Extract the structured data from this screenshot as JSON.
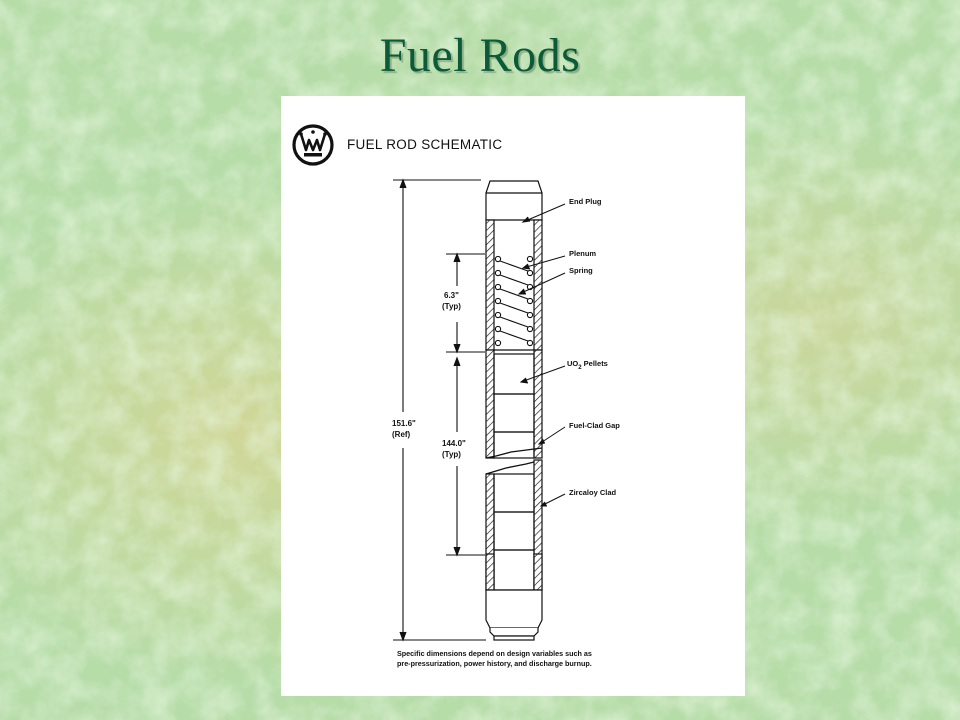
{
  "slide": {
    "title": "Fuel Rods"
  },
  "schematic": {
    "header": "FUEL ROD SCHEMATIC",
    "logo": "westinghouse-logo",
    "labels": {
      "end_plug": "End Plug",
      "plenum": "Plenum",
      "spring": "Spring",
      "uo2_pellets_prefix": "UO",
      "uo2_pellets_sub": "2",
      "uo2_pellets_suffix": " Pellets",
      "fuel_clad_gap": "Fuel-Clad Gap",
      "zircaloy_clad": "Zircaloy Clad"
    },
    "dimensions": {
      "plenum_length": "6.3\"",
      "plenum_note": "(Typ)",
      "overall_length": "151.6\"",
      "overall_note": "(Ref)",
      "fuel_length": "144.0\"",
      "fuel_note": "(Typ)"
    },
    "footnote_line1": "Specific dimensions depend on design variables such as",
    "footnote_line2": "pre-pressurization, power history, and discharge burnup."
  },
  "colors": {
    "title": "#0b5a3a",
    "background": "#b6dca8"
  }
}
